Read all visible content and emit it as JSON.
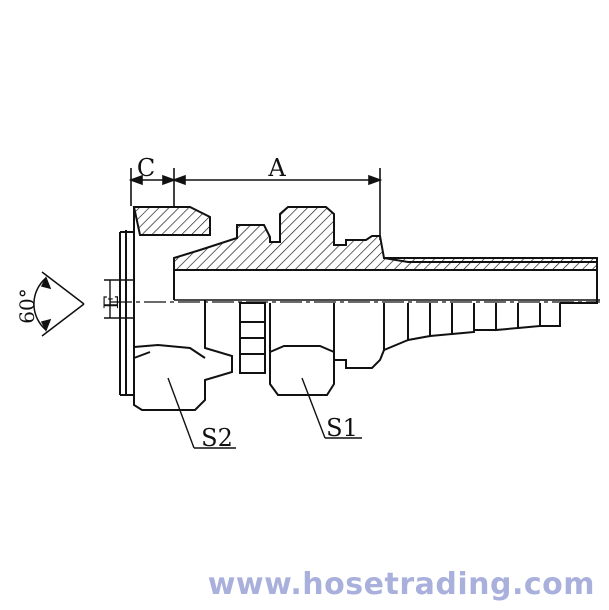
{
  "labels": {
    "dim_c": "C",
    "dim_a": "A",
    "dim_e": "E",
    "angle": "60°",
    "hex_s2": "S2",
    "hex_s1": "S1"
  },
  "watermark": "www.hosetrading.com",
  "colors": {
    "ink": "#111111",
    "watermark": "#aab0dc"
  }
}
